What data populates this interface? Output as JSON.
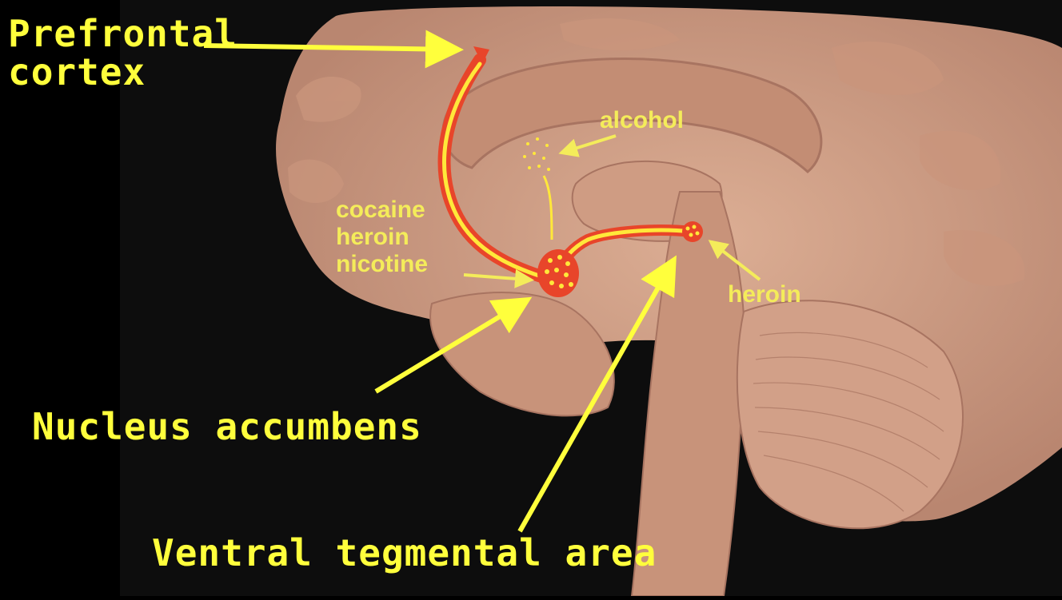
{
  "labels": {
    "prefrontal_line1": "Prefrontal",
    "prefrontal_line2": "cortex",
    "nucleus_accumbens": "Nucleus accumbens",
    "ventral_tegmental_area": "Ventral tegmental area"
  },
  "drug_labels": {
    "alcohol": "alcohol",
    "cocaine": "cocaine",
    "heroin_list": "heroin",
    "nicotine": "nicotine",
    "heroin_vta": "heroin"
  },
  "colors": {
    "background": "#000000",
    "tissue": "#d4a48a",
    "pathway_red": "#e8452a",
    "pathway_yellow": "#ffe83a",
    "big_label": "#ffff3c",
    "small_label": "#f4ec5a"
  }
}
